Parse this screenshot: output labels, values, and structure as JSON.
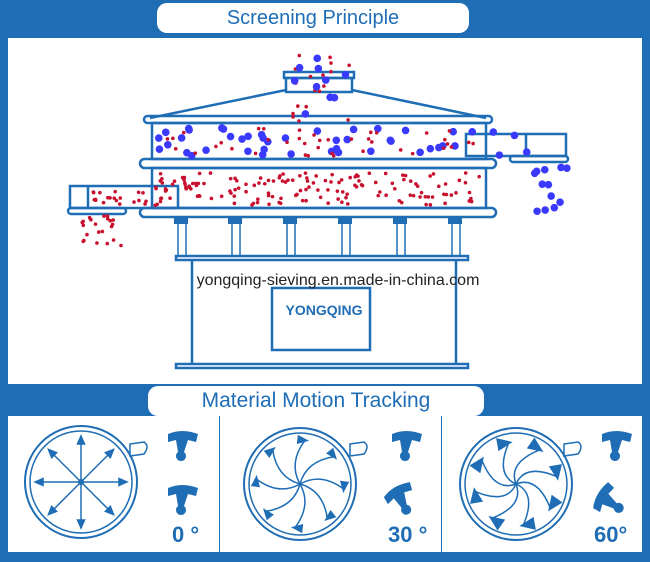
{
  "sections": {
    "screening": {
      "title": "Screening Principle"
    },
    "motion": {
      "title": "Material Motion Tracking"
    }
  },
  "machine": {
    "brand_label": "YONGQING",
    "watermark": "yongqing-sieving.en.made-in-china.com",
    "particles": {
      "coarse_color": "#3a3aff",
      "fine_color": "#c8102e"
    }
  },
  "motion_panels": [
    {
      "angle_label": "0 °",
      "pattern": "radial"
    },
    {
      "angle_label": "30 °",
      "pattern": "spiral"
    },
    {
      "angle_label": "60°",
      "pattern": "swirl"
    }
  ],
  "colors": {
    "brand_blue": "#1f6db5",
    "panel": "#ffffff"
  }
}
